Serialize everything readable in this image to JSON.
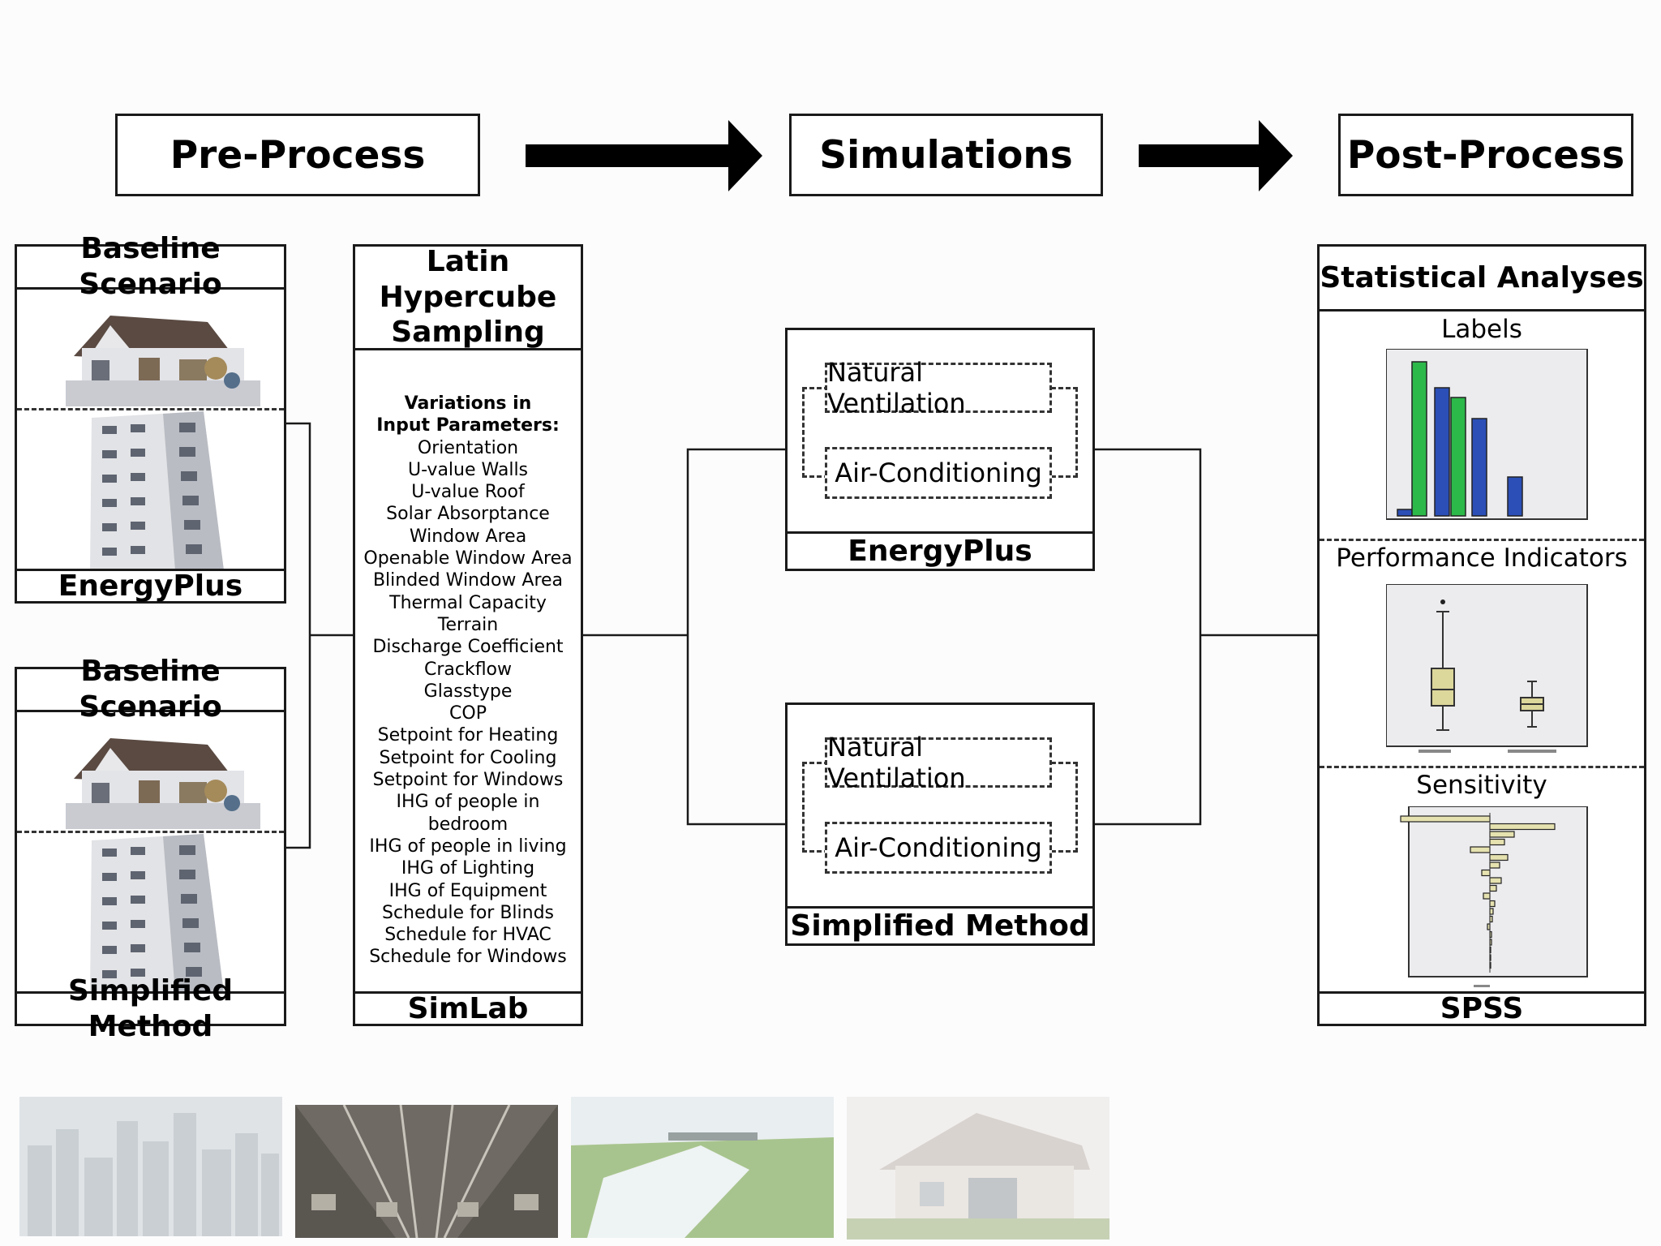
{
  "stages": {
    "pre_process": "Pre-Process",
    "simulations": "Simulations",
    "post_process": "Post-Process"
  },
  "left_panels": [
    {
      "header": "Baseline Scenario",
      "footer": "EnergyPlus"
    },
    {
      "header": "Baseline Scenario",
      "footer": "Simplified Method"
    }
  ],
  "sampling": {
    "header": "Latin Hypercube Sampling",
    "variations_heading": [
      "Variations in",
      "Input Parameters:"
    ],
    "parameters": [
      "Orientation",
      "U-value Walls",
      "U-value Roof",
      "Solar Absorptance",
      "Window Area",
      "Openable Window Area",
      "Blinded Window Area",
      "Thermal Capacity",
      "Terrain",
      "Discharge Coefficient",
      "Crackflow",
      "Glasstype",
      "COP",
      "Setpoint for Heating",
      "Setpoint for Cooling",
      "Setpoint for Windows",
      "IHG of people in bedroom",
      "IHG of people in living",
      "IHG of Lighting",
      "IHG of Equipment",
      "Schedule for Blinds",
      "Schedule for HVAC",
      "Schedule for Windows"
    ],
    "footer": "SimLab"
  },
  "sim_panels": [
    {
      "mode_a": "Natural Ventilation",
      "mode_b": "Air-Conditioning",
      "footer": "EnergyPlus"
    },
    {
      "mode_a": "Natural Ventilation",
      "mode_b": "Air-Conditioning",
      "footer": "Simplified Method"
    }
  ],
  "stats": {
    "header": "Statistical Analyses",
    "sections": [
      "Labels",
      "Performance Indicators",
      "Sensitivity"
    ],
    "footer": "SPSS"
  },
  "chart_data": [
    {
      "type": "bar",
      "series": [
        {
          "color": "#2db84a",
          "values": [
            0.95,
            0.73
          ]
        },
        {
          "color": "#2b4fb6",
          "values": [
            0.04,
            0.79,
            0.6,
            0.24
          ]
        }
      ],
      "ylim": [
        0,
        1
      ]
    },
    {
      "type": "boxplot",
      "categories": [
        "",
        ""
      ],
      "color": "#dcd79b"
    },
    {
      "type": "bar",
      "orientation": "horizontal",
      "color": "#e6e2b0"
    }
  ],
  "colors": {
    "line": "#1a1a1a",
    "green": "#2db84a",
    "blue": "#2b4fb6",
    "box_fill": "#dcd79b"
  }
}
